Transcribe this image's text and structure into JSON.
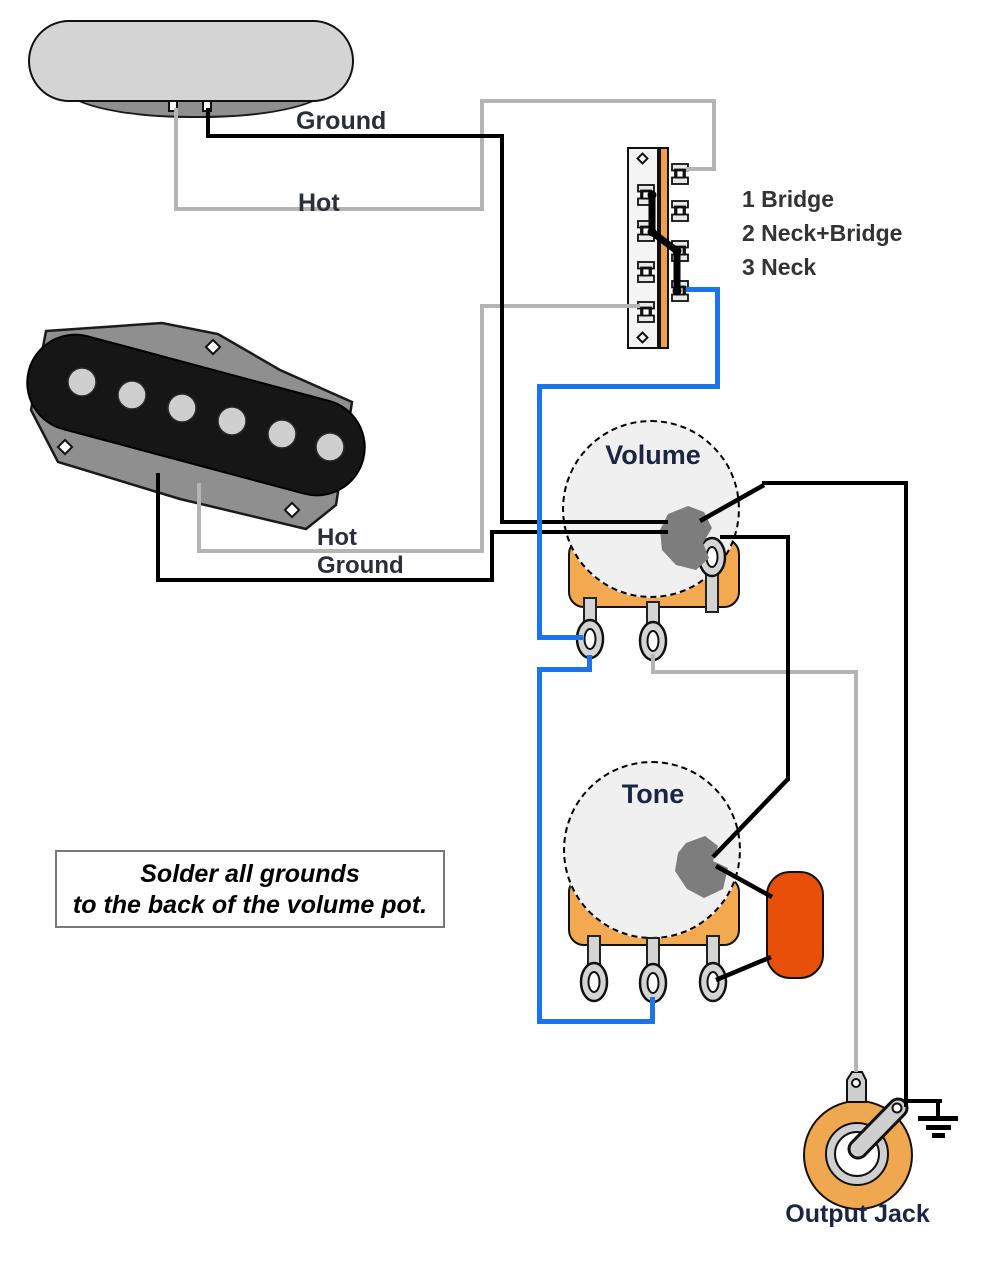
{
  "colors": {
    "wire_black": "#000000",
    "wire_gray": "#b4b4b4",
    "wire_blue": "#1b74e8",
    "pot_body": "#f2a94f",
    "pot_face": "#f0f0f0",
    "solder": "#7d7d7d",
    "capacitor": "#e8500a",
    "jack_body": "#f0a850",
    "switch_strip": "#f0a04c",
    "switch_face": "#f4f4f4",
    "pickup_cover": "#d4d4d4",
    "pickup_base": "#8f8f8f",
    "bridge_cover": "#161616",
    "metal": "#d4d4d4",
    "label": "#333333",
    "label_navy": "#1b2742"
  },
  "neck_pickup": {
    "ground_label": "Ground",
    "hot_label": "Hot"
  },
  "bridge_pickup": {
    "hot_label": "Hot",
    "ground_label": "Ground"
  },
  "selector_switch": {
    "positions": [
      "1 Bridge",
      "2 Neck+Bridge",
      "3 Neck"
    ]
  },
  "controls": {
    "volume_label": "Volume",
    "tone_label": "Tone"
  },
  "note": {
    "line1": "Solder all grounds",
    "line2": "to the back of the volume pot."
  },
  "output_jack": {
    "label": "Output Jack"
  }
}
